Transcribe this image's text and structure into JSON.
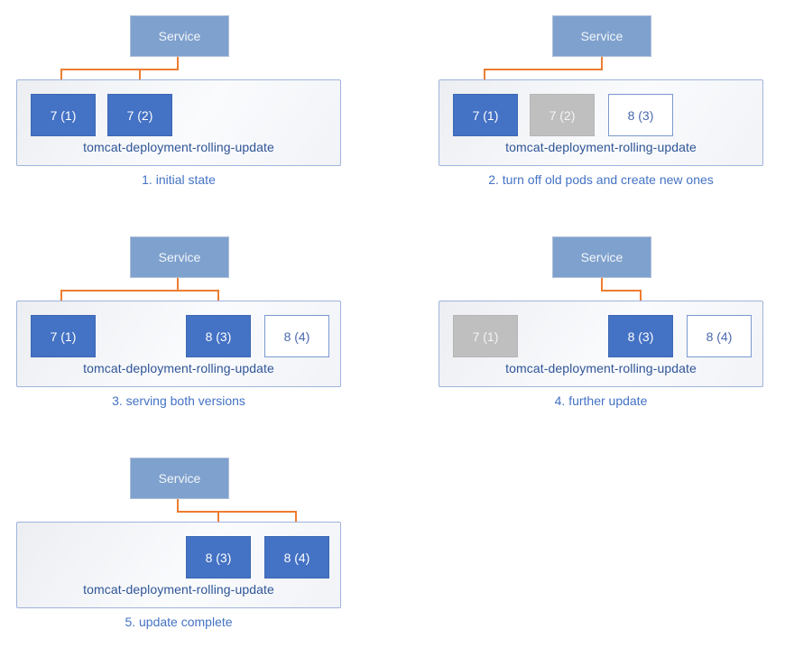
{
  "diagram": {
    "service_label": "Service",
    "deployment_label": "tomcat-deployment-rolling-update",
    "colors": {
      "service_fill": "#7FA1CD",
      "pod_active": "#4472C4",
      "pod_terminated": "#BFBFBF",
      "pod_pending_border": "#7C99CF",
      "arrow": "#ED7D31",
      "caption_text": "#4472C4",
      "deployment_label_text": "#2F5597"
    },
    "panels": [
      {
        "caption": "1. initial state",
        "pods": [
          {
            "label": "7 (1)",
            "state": "active"
          },
          {
            "label": "7 (2)",
            "state": "active"
          }
        ]
      },
      {
        "caption": "2. turn off old pods and create new ones",
        "pods": [
          {
            "label": "7 (1)",
            "state": "active"
          },
          {
            "label": "7 (2)",
            "state": "terminated"
          },
          {
            "label": "8 (3)",
            "state": "pending"
          }
        ]
      },
      {
        "caption": "3. serving both versions",
        "pods": [
          {
            "label": "7 (1)",
            "state": "active"
          },
          {
            "label": "8 (3)",
            "state": "active"
          },
          {
            "label": "8 (4)",
            "state": "pending"
          }
        ]
      },
      {
        "caption": "4. further update",
        "pods": [
          {
            "label": "7 (1)",
            "state": "terminated"
          },
          {
            "label": "8 (3)",
            "state": "active"
          },
          {
            "label": "8 (4)",
            "state": "pending"
          }
        ]
      },
      {
        "caption": "5. update complete",
        "pods": [
          {
            "label": "8 (3)",
            "state": "active"
          },
          {
            "label": "8 (4)",
            "state": "active"
          }
        ]
      }
    ]
  }
}
